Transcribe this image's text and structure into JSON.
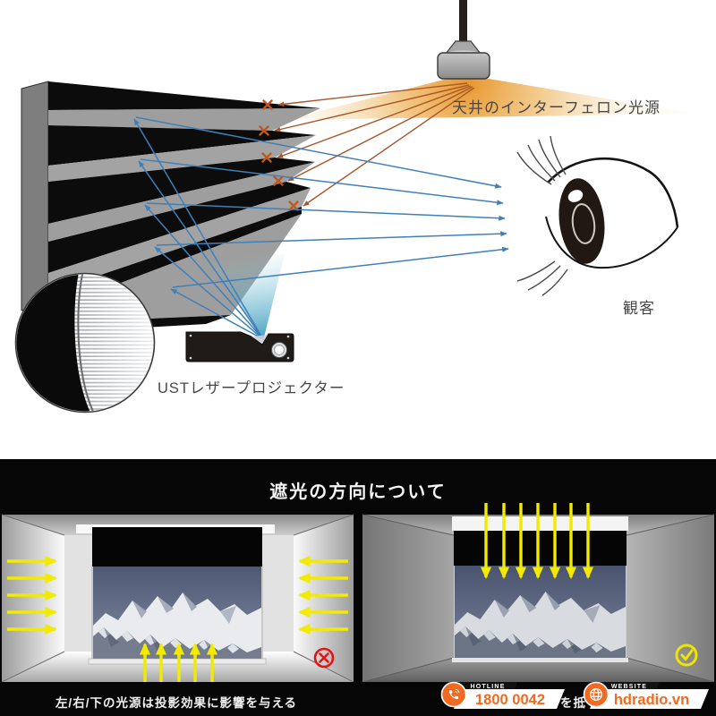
{
  "top_diagram": {
    "ceiling_light_label": "天井のインターフェロン光源",
    "audience_label": "観客",
    "projector_label": "USTレザープロジェクター",
    "reject_mark": "×",
    "rejected_ray_count": 5,
    "projector_ray_count": 5,
    "viewer_ray_count": 5
  },
  "shading_section": {
    "title": "遮光の方向について",
    "left_room": {
      "caption": "左/右/下の光源は投影効果に影響を与える",
      "verdict": "bad",
      "verdict_icon": "cross-circle-icon",
      "left_arrow_count": 5,
      "right_arrow_count": 5,
      "bottom_arrow_count": 5
    },
    "right_room": {
      "caption_fragment": "を抵",
      "verdict": "good",
      "verdict_icon": "check-circle-icon",
      "top_arrow_count": 7
    }
  },
  "footer": {
    "hotline": {
      "label": "HOTLINE",
      "number": "1800 0042",
      "icon": "phone-icon"
    },
    "website": {
      "label": "WEBSITE",
      "url": "hdradio.vn",
      "icon": "globe-icon"
    }
  },
  "colors": {
    "accent_orange": "#F26A21",
    "light_ray_brown": "#A8572A",
    "glow_orange": "#E79122",
    "projector_ray_blue": "#4080B8",
    "arrow_yellow": "#F2EA00",
    "error_red": "#E01616",
    "check_yellow": "#EFE400",
    "sky_blue_gray": "#57617C"
  }
}
